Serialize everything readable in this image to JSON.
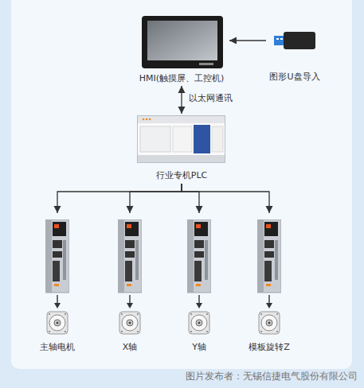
{
  "diagram": {
    "caption": "图片发布者：无锡信捷电气股份有限公司",
    "nodes": [
      {
        "text": [
          "HMI(触摸屏、工控机)"
        ]
      },
      {
        "text": [
          "图形U盘导入"
        ]
      },
      {
        "text": [
          "行业专机PLC"
        ]
      },
      {
        "text": [
          "主轴电机"
        ]
      },
      {
        "text": [
          "X轴"
        ]
      },
      {
        "text": [
          "Y轴"
        ]
      },
      {
        "text": [
          "模板旋转Z"
        ]
      }
    ],
    "edges": [
      {
        "from": 1,
        "to": 0,
        "arrow": "to"
      },
      {
        "from": 0,
        "to": 2,
        "arrow": "both",
        "label": "以太网通讯"
      },
      {
        "from": 2,
        "to": 3,
        "arrow": "to"
      },
      {
        "from": 2,
        "to": 4,
        "arrow": "to"
      },
      {
        "from": 2,
        "to": 5,
        "arrow": "to"
      },
      {
        "from": 2,
        "to": 6,
        "arrow": "to"
      }
    ]
  }
}
